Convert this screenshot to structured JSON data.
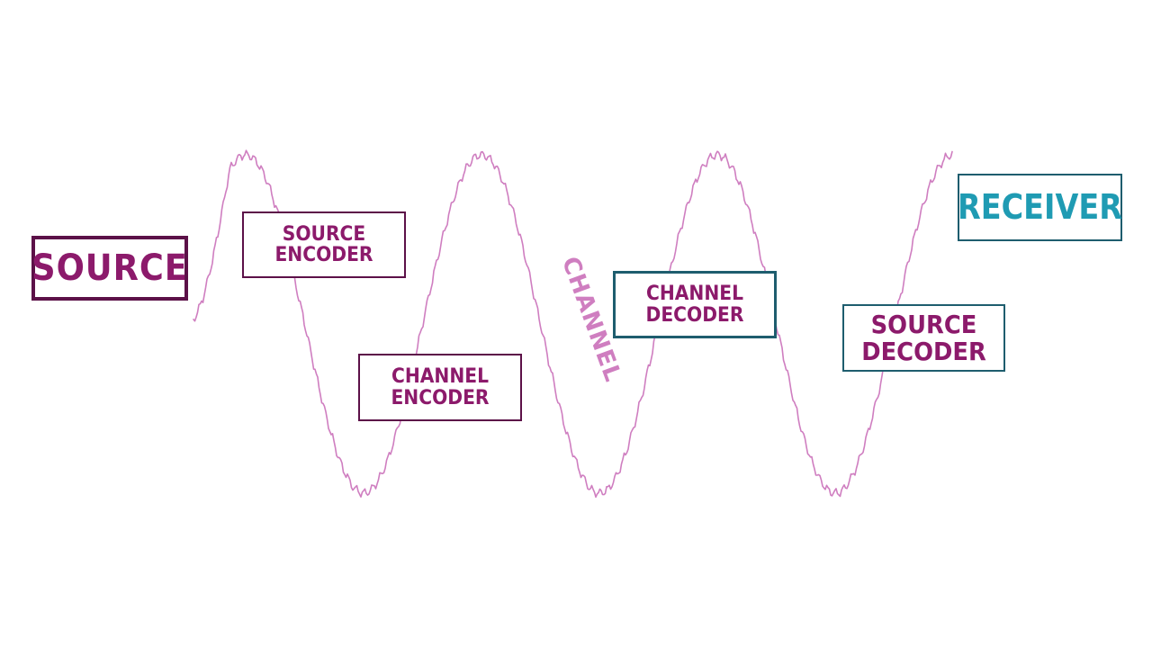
{
  "colors": {
    "text": "#8c1a6b",
    "sender_border": "#5c1148",
    "receiver_border": "#1e5d6e",
    "receiver_text": "#1f9bb3",
    "wave": "#cf7ec0"
  },
  "blocks": {
    "source": {
      "lines": [
        "SOURCE"
      ]
    },
    "source_encoder": {
      "lines": [
        "SOURCE",
        "ENCODER"
      ]
    },
    "channel_encoder": {
      "lines": [
        "CHANNEL",
        "ENCODER"
      ]
    },
    "channel_decoder": {
      "lines": [
        "CHANNEL",
        "DECODER"
      ]
    },
    "source_decoder": {
      "lines": [
        "SOURCE",
        "DECODER"
      ]
    },
    "receiver": {
      "lines": [
        "RECEIVER"
      ]
    }
  },
  "channel_label": "CHANNEL"
}
